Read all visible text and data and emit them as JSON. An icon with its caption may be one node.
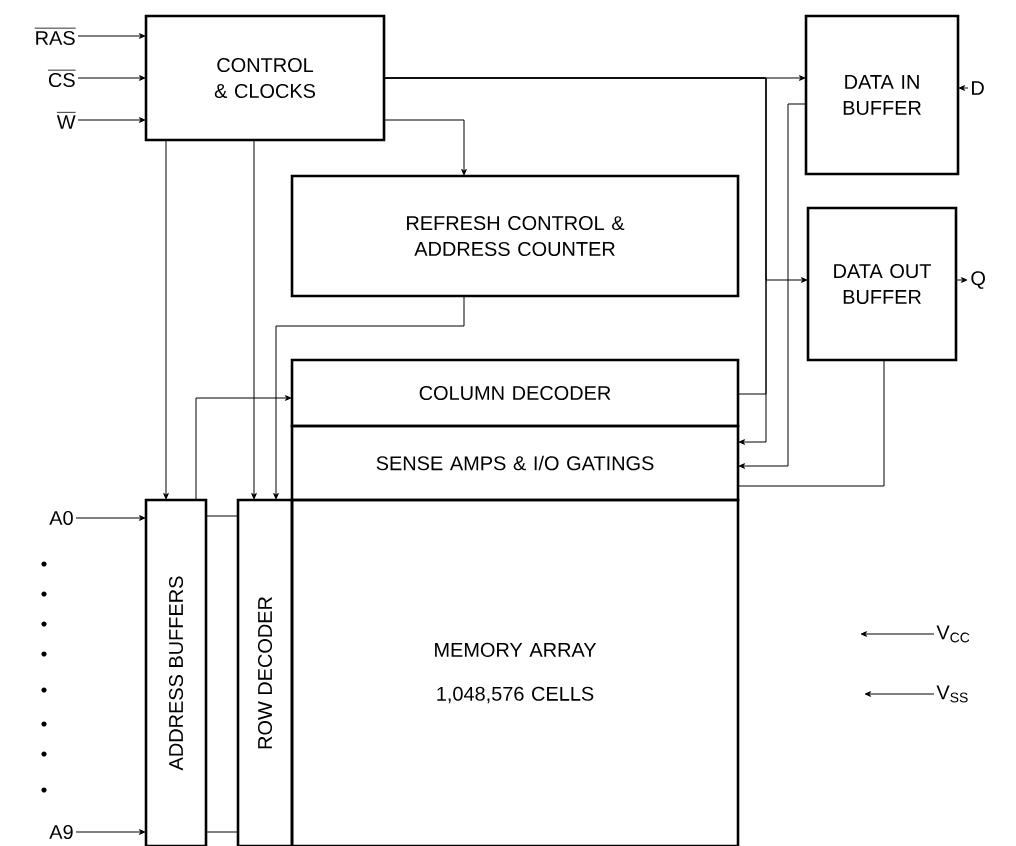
{
  "diagram": {
    "nodes": [
      {
        "text": [
          "RAS"
        ]
      },
      {
        "text": [
          "CS"
        ]
      },
      {
        "text": [
          "W"
        ]
      },
      {
        "text": [
          "CONTROL & CLOCKS"
        ]
      },
      {
        "text": [
          "DATA IN BUFFER"
        ]
      },
      {
        "text": [
          "D"
        ]
      },
      {
        "text": [
          "REFRESH CONTROL & ADDRESS COUNTER"
        ]
      },
      {
        "text": [
          "DATA OUT BUFFER"
        ]
      },
      {
        "text": [
          "Q"
        ]
      },
      {
        "text": [
          "COLUMN DECODER"
        ]
      },
      {
        "text": [
          "SENSE AMPS & I/O GATINGS"
        ]
      },
      {
        "text": [
          "A0"
        ]
      },
      {
        "text": [
          "ADDRESS BUFFERS"
        ]
      },
      {
        "text": [
          "ROW DECODER"
        ]
      },
      {
        "text": [
          "MEMORY ARRAY",
          "1,048,576 CELLS"
        ]
      },
      {
        "text": [
          "V$_{CC}$"
        ]
      },
      {
        "text": [
          "V$_{SS}$"
        ]
      },
      {
        "text": [
          "A9"
        ]
      }
    ],
    "edges": [
      {
        "from": 0,
        "to": 3,
        "arrow": "to"
      },
      {
        "from": 1,
        "to": 3,
        "arrow": "to"
      },
      {
        "from": 2,
        "to": 3,
        "arrow": "to"
      },
      {
        "from": 3,
        "to": 4,
        "arrow": "to"
      },
      {
        "from": 3,
        "to": 6,
        "arrow": "to"
      },
      {
        "from": 3,
        "to": 7,
        "arrow": "to"
      },
      {
        "from": 3,
        "to": 9,
        "arrow": "none"
      },
      {
        "from": 3,
        "to": 10,
        "arrow": "to"
      },
      {
        "from": 4,
        "to": 10,
        "arrow": "to"
      },
      {
        "from": 10,
        "to": 7,
        "arrow": "none"
      },
      {
        "from": 5,
        "to": 4,
        "arrow": "to"
      },
      {
        "from": 7,
        "to": 8,
        "arrow": "to"
      },
      {
        "from": 3,
        "to": 12,
        "arrow": "to"
      },
      {
        "from": 3,
        "to": 13,
        "arrow": "to"
      },
      {
        "from": 6,
        "to": 13,
        "arrow": "to"
      },
      {
        "from": 12,
        "to": 9,
        "arrow": "to"
      },
      {
        "from": 11,
        "to": 12,
        "arrow": "to"
      },
      {
        "from": 17,
        "to": 12,
        "arrow": "to"
      },
      {
        "from": 12,
        "to": 13,
        "arrow": "none"
      },
      {
        "from": 12,
        "to": 13,
        "arrow": "none"
      },
      {
        "from": 15,
        "to": null,
        "arrow": "to"
      },
      {
        "from": 16,
        "to": null,
        "arrow": "to"
      }
    ]
  }
}
